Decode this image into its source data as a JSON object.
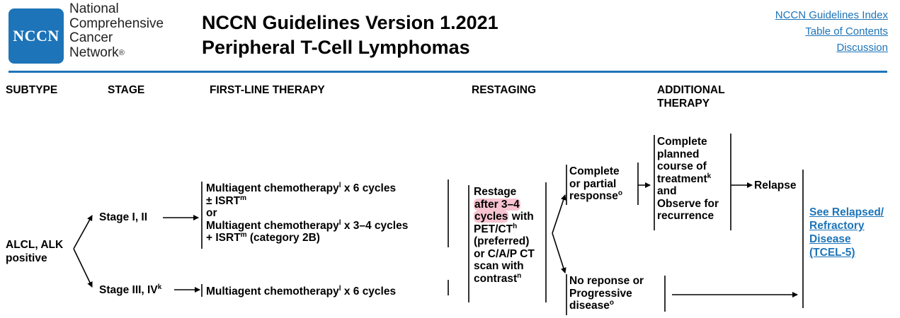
{
  "header": {
    "logo_text": "NCCN",
    "org_lines": [
      "National",
      "Comprehensive",
      "Cancer",
      "Network"
    ],
    "org_reg": "®",
    "title_line1": "NCCN Guidelines Version 1.2021",
    "title_line2": "Peripheral T-Cell Lymphomas",
    "links": [
      "NCCN Guidelines Index",
      "Table of Contents",
      "Discussion"
    ]
  },
  "columns": {
    "subtype": "SUBTYPE",
    "stage": "STAGE",
    "first_line": "FIRST-LINE THERAPY",
    "restaging": "RESTAGING",
    "additional_1": "ADDITIONAL",
    "additional_2": "THERAPY"
  },
  "subtype": {
    "line1": "ALCL, ALK",
    "line2": "positive"
  },
  "stages": {
    "early": "Stage I, II",
    "advanced": "Stage III, IV",
    "advanced_sup": "k"
  },
  "therapy_early": {
    "l1": "Multiagent chemotherapy",
    "l1_sup": "l",
    "l1_end": " x 6 cycles",
    "l2": "± ISRT",
    "l2_sup": "m",
    "l3": "or",
    "l4": "Multiagent chemotherapy",
    "l4_sup": "l",
    "l4_end": " x 3–4 cycles",
    "l5": "+ ISRT",
    "l5_sup": "m",
    "l5_end": " (category 2B)"
  },
  "therapy_advanced": {
    "text": "Multiagent chemotherapy",
    "sup": "l",
    "end": " x 6 cycles"
  },
  "restaging": {
    "l1": "Restage",
    "l2": "after 3–4",
    "l3a": "cycles",
    "l3b": " with",
    "l4": "PET/CT",
    "l4_sup": "h",
    "l5": "(preferred)",
    "l6": "or C/A/P CT",
    "l7": "scan with",
    "l8": "contrast",
    "l8_sup": "n"
  },
  "responses": {
    "complete_1": "Complete",
    "complete_2": "or partial",
    "complete_3": "response",
    "complete_sup": "o",
    "none_1": "No reponse or",
    "none_2": "Progressive",
    "none_3": "disease",
    "none_sup": "o"
  },
  "additional": {
    "l1": "Complete",
    "l2": "planned",
    "l3": "course of",
    "l4": "treatment",
    "l4_sup": "k",
    "l5": "and",
    "l6": "Observe for",
    "l7": "recurrence"
  },
  "relapse": "Relapse",
  "relapsed_link": [
    "See Relapsed/",
    "Refractory",
    "Disease",
    "(TCEL-5)"
  ]
}
